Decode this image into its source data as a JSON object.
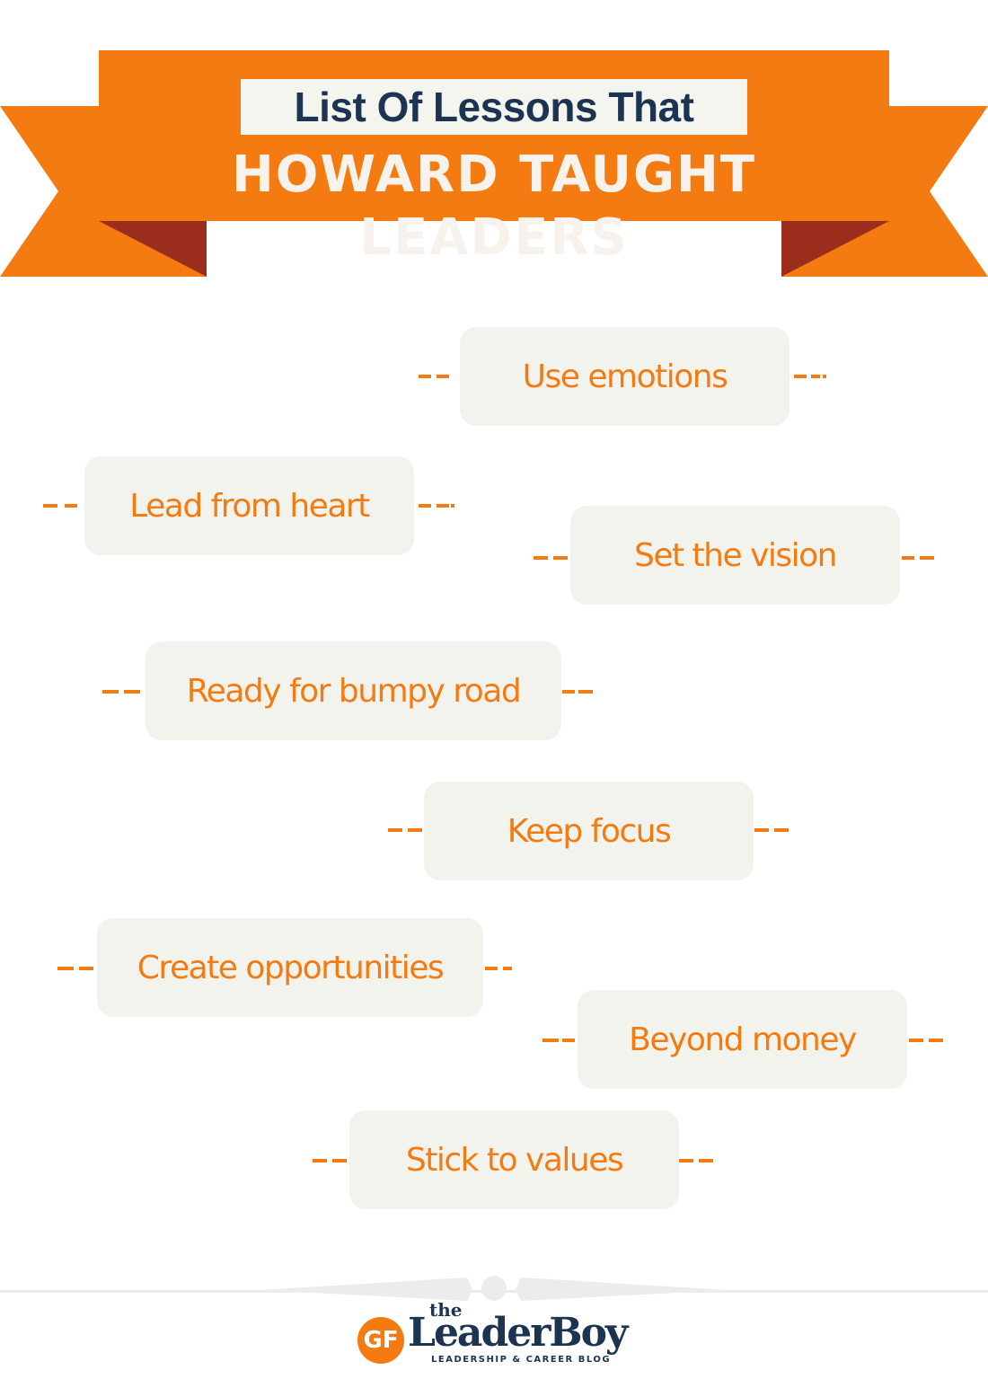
{
  "header": {
    "title_line1": "List Of Lessons That",
    "title_line2": "HOWARD TAUGHT LEADERS"
  },
  "lessons": [
    "Use emotions",
    "Lead from heart",
    "Set the vision",
    "Ready for bumpy road",
    "Keep focus",
    "Create opportunities",
    "Beyond money",
    "Stick to values"
  ],
  "footer": {
    "logo_mark": "GF",
    "logo_the": "the",
    "logo_name": "LeaderBoy",
    "logo_tagline": "LEADERSHIP & CAREER BLOG"
  },
  "colors": {
    "accent_orange": "#f47b12",
    "banner_dark_fold": "#9a2d1b",
    "navy": "#1c3352",
    "card_bg": "#f3f3ee"
  }
}
